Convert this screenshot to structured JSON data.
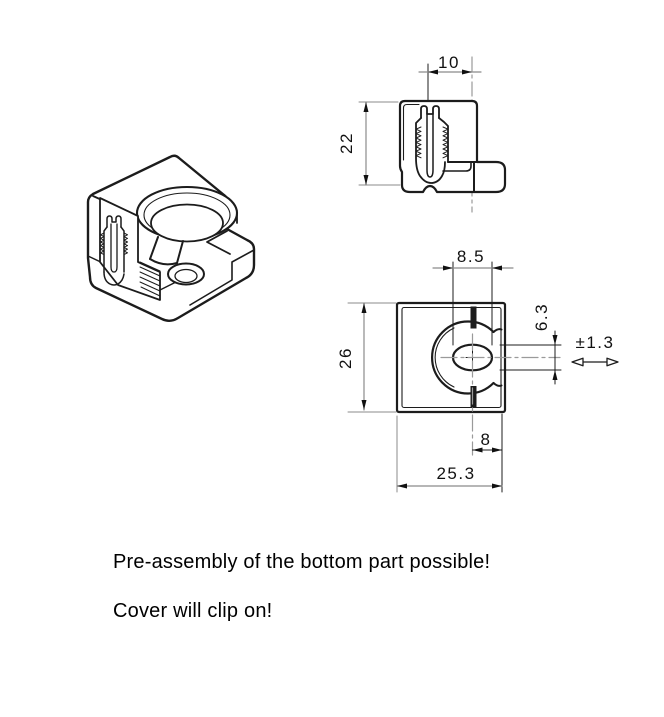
{
  "drawing": {
    "captions": {
      "line1": "Pre-assembly of the bottom part possible!",
      "line2": "Cover will clip on!"
    },
    "views": {
      "side_section": {
        "dims": {
          "slot_width": "10",
          "height": "22"
        }
      },
      "top": {
        "dims": {
          "hole_width": "8.5",
          "hole_height": "6.3",
          "float_tolerance": "±1.3",
          "body_depth": "26",
          "hole_offset": "8",
          "body_width": "25.3"
        }
      }
    },
    "colors": {
      "object_line": "#1c1c1c",
      "dimension_line": "#8b8b8b",
      "centerline": "#9a9a9a",
      "text": "#111111",
      "background": "#ffffff"
    }
  }
}
